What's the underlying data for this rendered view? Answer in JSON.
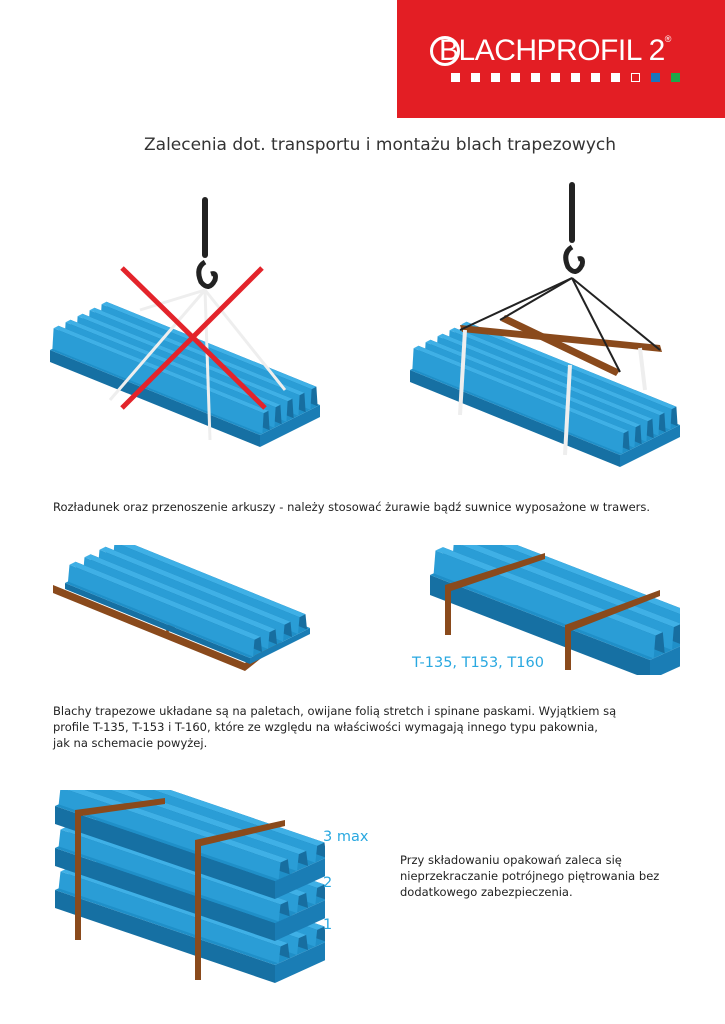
{
  "logo": {
    "brand": "BLACHPROFIL 2",
    "registered": "®",
    "colors": {
      "background": "#e31e24",
      "blue": "#1c75bc",
      "green": "#1fa64a"
    }
  },
  "title": "Zalecenia dot. transportu i montażu blach trapezowych",
  "section1": {
    "caption": "Rozładunek oraz przenoszenie arkuszy - należy stosować żurawie bądź suwnice wyposażone  w trawers."
  },
  "section2": {
    "profile_label": "T-135, T153, T160",
    "caption_lines": [
      "Blachy trapezowe układane są na paletach, owijane folią stretch i spinane paskami. Wyjątkiem są",
      "profile T-135, T-153 i T-160, które ze względu na właściwości wymagają innego typu pakownia,",
      "jak na schemacie powyżej."
    ]
  },
  "section3": {
    "stack_labels": [
      "3 max",
      "2",
      "1"
    ],
    "caption_lines": [
      "Przy składowaniu opakowań zaleca się",
      "nieprzekraczanie potrójnego piętrowania bez",
      "dodatkowego zabezpieczenia."
    ]
  },
  "colors": {
    "sheet": "#1f8fc8",
    "sheet_light": "#3fb0e6",
    "wood": "#8a4a1c",
    "cross": "#e3242b",
    "accent_text": "#29a8e0"
  }
}
